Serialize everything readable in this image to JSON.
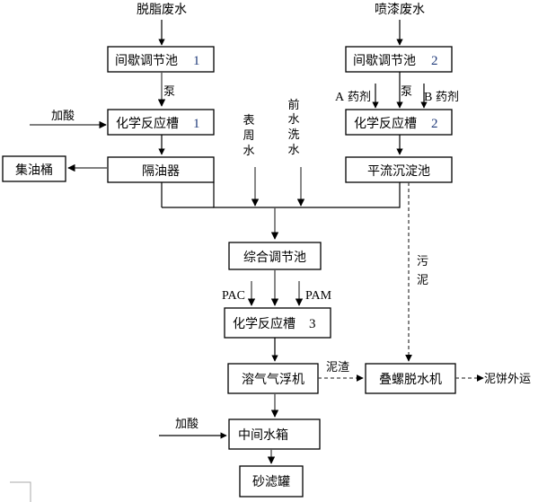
{
  "diagram": {
    "title": "废水处理工艺流程图",
    "inputs": {
      "degreasing_wastewater": "脱脂废水",
      "spray_paint_wastewater": "喷漆废水",
      "surface_water": [
        "表",
        "周",
        "水"
      ],
      "pre_wash_water": [
        "前",
        "水",
        "洗",
        "水"
      ]
    },
    "nodes": {
      "batch_tank_1": {
        "label": "间歇调节池",
        "num": "1"
      },
      "batch_tank_2": {
        "label": "间歇调节池",
        "num": "2"
      },
      "reactor_1": {
        "label": "化学反应槽",
        "num": "1"
      },
      "reactor_2": {
        "label": "化学反应槽",
        "num": "2"
      },
      "oil_separator": {
        "label": "隔油器"
      },
      "oil_bucket": {
        "label": "集油桶"
      },
      "sedimentation": {
        "label": "平流沉淀池"
      },
      "equalization_tank": {
        "label": "综合调节池"
      },
      "reactor_3": {
        "label": "化学反应槽",
        "num": "3"
      },
      "daf": {
        "label": "溶气气浮机"
      },
      "screw_press": {
        "label": "叠螺脱水机"
      },
      "middle_tank": {
        "label": "中间水箱"
      },
      "sand_filter": {
        "label": "砂滤罐"
      }
    },
    "annotations": {
      "pump_1": "泵",
      "pump_2": "泵",
      "add_acid_1": "加酸",
      "add_acid_2": "加酸",
      "agent_a_letter": "A",
      "agent_a": "药剂",
      "agent_b_letter": "B",
      "agent_b": "药剂",
      "pac": "PAC",
      "pam": "PAM",
      "sludge": [
        "污",
        "泥"
      ],
      "scum": "泥渣",
      "cake_out": "泥饼外运"
    }
  }
}
